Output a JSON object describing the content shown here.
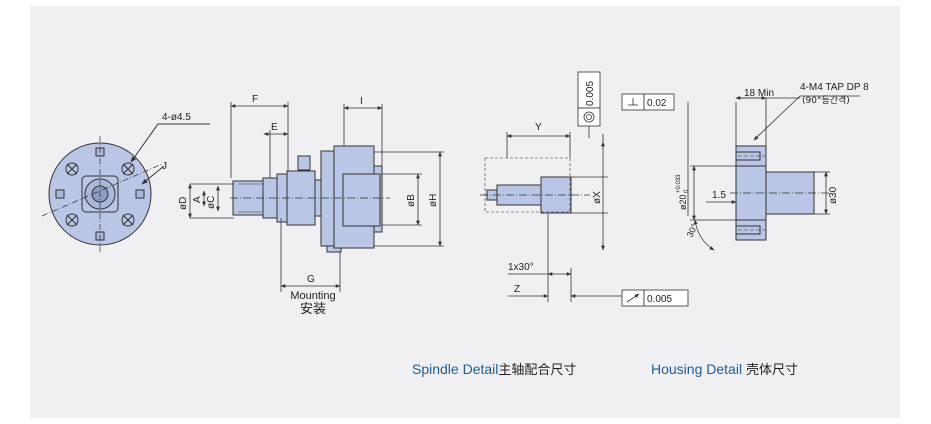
{
  "front_view": {
    "hole_callout": "4-ø4.5",
    "j_label": "J"
  },
  "side_view": {
    "labels": {
      "F": "F",
      "E": "E",
      "I": "I",
      "D": "øD",
      "A": "A",
      "C": "øC",
      "B": "øB",
      "H": "øH",
      "G": "G"
    },
    "mounting_en": "Mounting",
    "mounting_cn": "安装"
  },
  "spindle": {
    "Y": "Y",
    "X": "øX",
    "chamfer": "1x30°",
    "Z": "Z",
    "concentricity": "0.005",
    "runout": "0.005",
    "caption_en": "Spindle Detail",
    "caption_cn": "主轴配合尺寸"
  },
  "housing": {
    "perpendicularity": "0.02",
    "depth": "18 Min",
    "tap_callout": "4-M4 TAP DP 8",
    "tap_note": "(90°등간격)",
    "bore": "ø20",
    "bore_tol_upper": "+0.033",
    "bore_tol_lower": "0",
    "step": "1.5",
    "outer": "ø30",
    "angle": "30°",
    "caption_en": "Housing Detail",
    "caption_cn": "壳体尺寸"
  },
  "colors": {
    "part_fill": "#b9c6e6",
    "line": "#333333",
    "caption_blue": "#1f5d94"
  }
}
